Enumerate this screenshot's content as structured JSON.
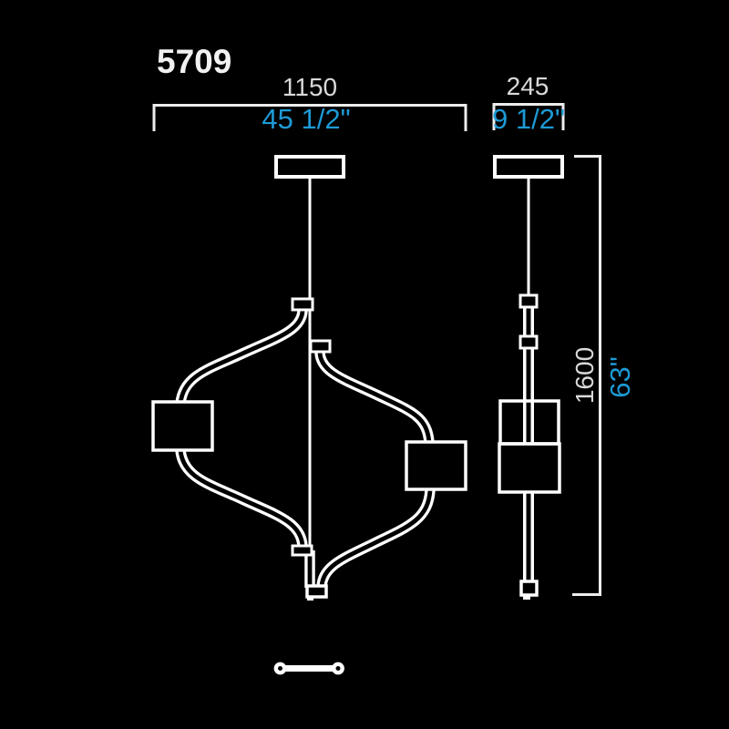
{
  "title": {
    "model": "5709"
  },
  "colors": {
    "background": "#000000",
    "drawing_line": "#ffffff",
    "metric_text": "#d9d9d9",
    "imperial_accent": "#1e9ad6"
  },
  "dimensions": {
    "front_width": {
      "metric": "1150",
      "imperial": "45 1/2\""
    },
    "side_depth": {
      "metric": "245",
      "imperial": "9 1/2\""
    },
    "overall_height": {
      "metric": "1600",
      "imperial": "63\""
    }
  }
}
